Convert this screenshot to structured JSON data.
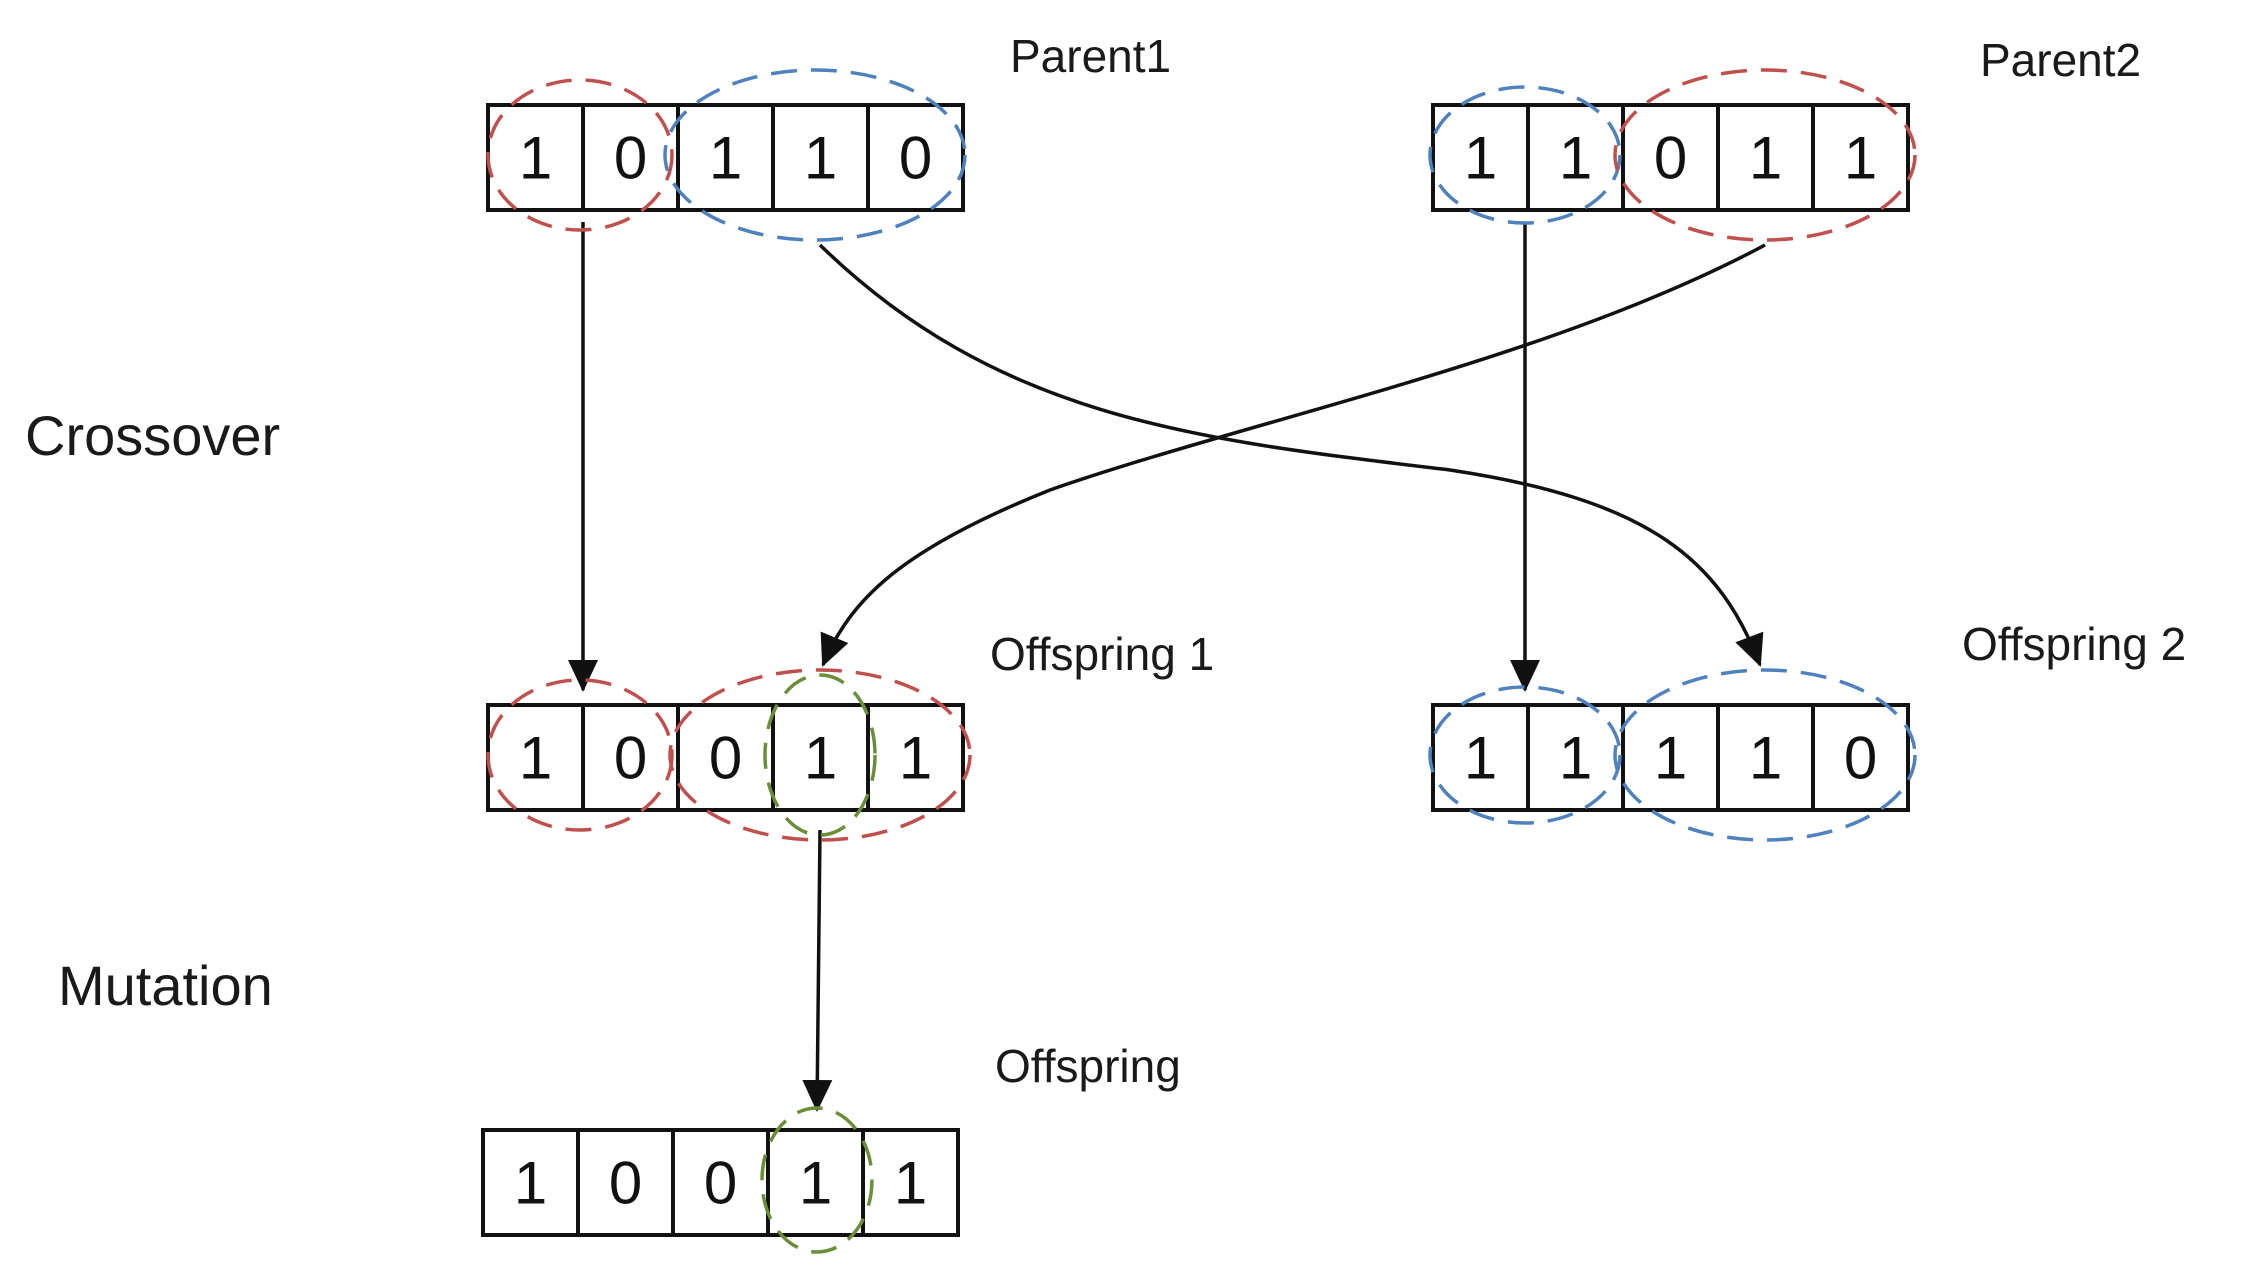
{
  "sections": {
    "crossover": "Crossover",
    "mutation": "Mutation"
  },
  "chromosomes": {
    "parent1": {
      "label": "Parent1",
      "bits": [
        "1",
        "0",
        "1",
        "1",
        "0"
      ]
    },
    "parent2": {
      "label": "Parent2",
      "bits": [
        "1",
        "1",
        "0",
        "1",
        "1"
      ]
    },
    "offspring1": {
      "label": "Offspring 1",
      "bits": [
        "1",
        "0",
        "0",
        "1",
        "1"
      ]
    },
    "offspring2": {
      "label": "Offspring 2",
      "bits": [
        "1",
        "1",
        "1",
        "1",
        "0"
      ]
    },
    "offspring": {
      "label": "Offspring",
      "bits": [
        "1",
        "0",
        "0",
        "1",
        "1"
      ]
    }
  },
  "colors": {
    "red_group": "#c0504d",
    "blue_group": "#4f81bd",
    "green_group": "#6b8e3a",
    "line": "#111111"
  }
}
